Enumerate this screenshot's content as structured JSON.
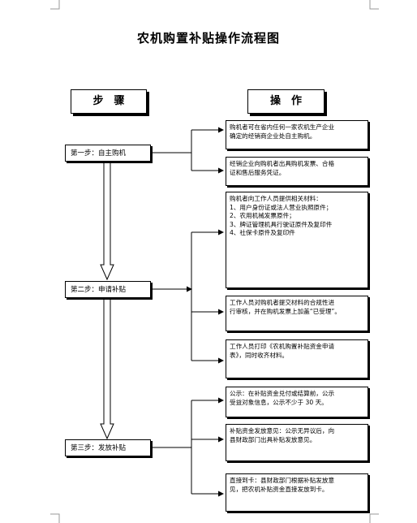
{
  "title": "农机购置补贴操作流程图",
  "headers": {
    "steps": "步　骤",
    "operations": "操　作"
  },
  "steps": [
    {
      "label": "第一步：自主购机"
    },
    {
      "label": "第二步：申请补贴"
    },
    {
      "label": "第三步：发放补贴"
    }
  ],
  "operations": [
    {
      "lines": [
        "购机者可在省内任何一家农机生产企业",
        "确定的经销商企业处自主购机。"
      ]
    },
    {
      "lines": [
        "经销企业向购机者出具购机发票、合格",
        "证和售后服务凭证。"
      ]
    },
    {
      "lines": [
        "购机者向工作人员提供相关材料：",
        "1、用户身份证或法人营业执照原件；",
        "2、农用机械发票原件；",
        "3、牌证管理机具行驶证原件及复印件",
        "4、社保卡原件及复印件"
      ]
    },
    {
      "lines": [
        "工作人员对购机者提交材料的合规性进",
        "行审核，并在购机发票上加盖“已受理”。"
      ]
    },
    {
      "lines": [
        "工作人员打印《农机购置补贴资金申请",
        "表》，同时收齐材料。"
      ]
    },
    {
      "lines": [
        "公示：在补贴资金兑付或结算前，公示",
        "受益对象信息，公示不少于 30 天。"
      ]
    },
    {
      "lines": [
        "补贴资金发放意见：公示无异议后，向",
        "县财政部门出具补贴发放意见。"
      ]
    },
    {
      "lines": [
        "直接到卡：县财政部门根据补贴发放意",
        "见，把农机补贴资金直接发放到卡。"
      ]
    }
  ]
}
